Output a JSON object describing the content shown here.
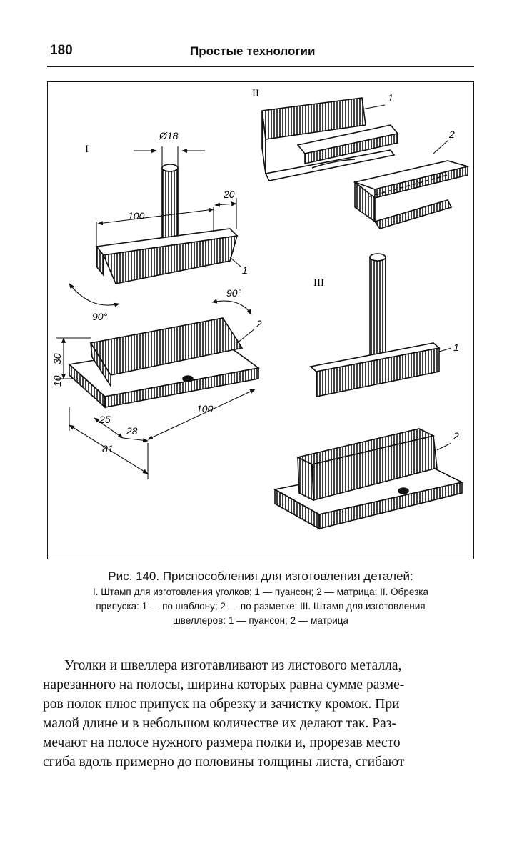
{
  "header": {
    "page_number": "180",
    "running_title": "Простые технологии"
  },
  "figure": {
    "roman_1": "I",
    "roman_2": "II",
    "roman_3": "III",
    "dim_d18": "Ø18",
    "dim_20": "20",
    "dim_100_top": "100",
    "dim_90_left": "90°",
    "dim_90_right": "90°",
    "dim_10": "10",
    "dim_30": "30",
    "dim_25": "25",
    "dim_28": "28",
    "dim_81": "81",
    "dim_100_base": "100",
    "part_1": "1",
    "part_2": "2"
  },
  "caption": {
    "title": "Рис. 140. Приспособления для изготовления деталей:",
    "line1": "I. Штамп для изготовления уголков: 1 — пуансон; 2 — матрица; II. Обрезка",
    "line2": "припуска: 1 — по шаблону; 2 — по разметке; III. Штамп для изготовления",
    "line3": "швеллеров: 1 — пуансон; 2 — матрица"
  },
  "body_text": {
    "line1": "Уголки и швеллера изготавливают из листового металла,",
    "line2": "нарезанного на полосы, ширина которых равна сумме разме-",
    "line3": "ров полок плюс припуск на обрезку и зачистку кромок. При",
    "line4": "малой длине и в небольшом количестве их делают так. Раз-",
    "line5": "мечают на полосе нужного размера полки и, прорезав место",
    "line6": "сгиба вдоль примерно до половины толщины листа, сгибают"
  }
}
